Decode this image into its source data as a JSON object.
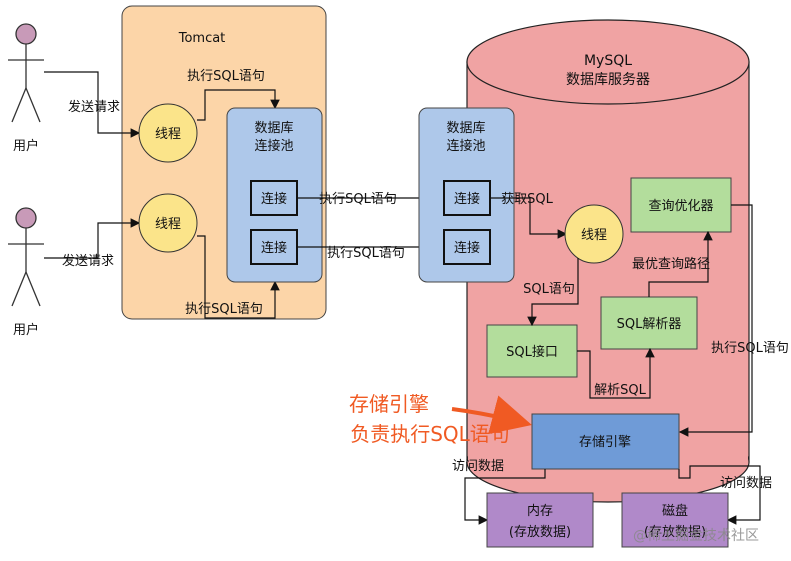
{
  "labels": {
    "user_top": "用户",
    "user_bottom": "用户",
    "send_req_top": "发送请求",
    "send_req_bottom": "发送请求",
    "tomcat": "Tomcat",
    "thread": "线程",
    "thread_lower": "线程",
    "exec_sql_tomcat_top": "执行SQL语句",
    "exec_sql_tomcat_bottom": "执行SQL语句",
    "pool_line1": "数据库",
    "pool_line2": "连接池",
    "conn": "连接",
    "exec_sql_mid_top": "执行SQL语句",
    "exec_sql_mid_bottom": "执行SQL语句",
    "mysql_line1": "MySQL",
    "mysql_line2": "数据库服务器",
    "get_sql": "获取SQL",
    "mysql_thread": "线程",
    "optimizer": "查询优化器",
    "best_path": "最优查询路径",
    "sql_stmt": "SQL语句",
    "parser": "SQL解析器",
    "sql_interface": "SQL接口",
    "parse_sql": "解析SQL",
    "exec_sql_right": "执行SQL语句",
    "storage_engine": "存储引擎",
    "note_line1": "存储引擎",
    "note_line2": "负责执行SQL语句",
    "access_data_left": "访问数据",
    "access_data_right": "访问数据",
    "memory_line1": "内存",
    "memory_line2": "(存放数据)",
    "disk_line1": "磁盘",
    "disk_line2": "(存放数据)",
    "watermark": "@稀土掘金技术社区"
  },
  "colors": {
    "tomcat_fill": "#fcd5a8",
    "pool_fill": "#aec8ea",
    "thread_fill": "#fbe48a",
    "mysql_fill": "#f0a3a3",
    "green_fill": "#b3dd9c",
    "storage_fill": "#6f9bd7",
    "purple_fill": "#b089c9",
    "note_color": "#f05a23",
    "user_head": "#c89ab8"
  }
}
